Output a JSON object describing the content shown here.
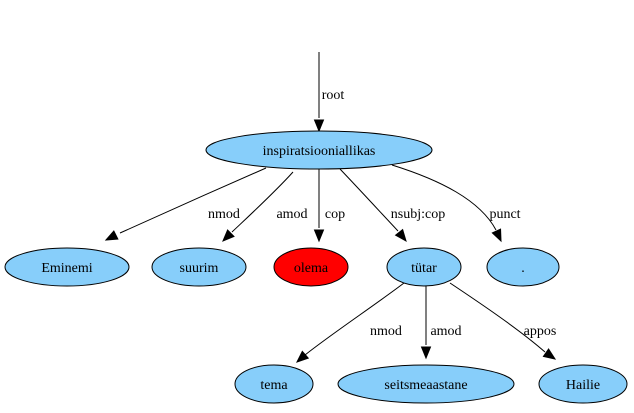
{
  "graph": {
    "colors": {
      "node_fill": "#87cefa",
      "highlight_fill": "#ff0000",
      "stroke": "#000000",
      "background": "#ffffff"
    },
    "nodes": [
      {
        "id": "n0",
        "label": "inspiratsiooniallikas",
        "highlight": false
      },
      {
        "id": "n1",
        "label": "Eminemi",
        "highlight": false
      },
      {
        "id": "n2",
        "label": "suurim",
        "highlight": false
      },
      {
        "id": "n3",
        "label": "olema",
        "highlight": true
      },
      {
        "id": "n4",
        "label": "tütar",
        "highlight": false
      },
      {
        "id": "n5",
        "label": ".",
        "highlight": false
      },
      {
        "id": "n6",
        "label": "tema",
        "highlight": false
      },
      {
        "id": "n7",
        "label": "seitsmeaastane",
        "highlight": false
      },
      {
        "id": "n8",
        "label": "Hailie",
        "highlight": false
      }
    ],
    "edges": [
      {
        "id": "e0",
        "from": null,
        "to": "n0",
        "label": "root"
      },
      {
        "id": "e1",
        "from": "n0",
        "to": "n1",
        "label": "nmod"
      },
      {
        "id": "e2",
        "from": "n0",
        "to": "n2",
        "label": "amod"
      },
      {
        "id": "e3",
        "from": "n0",
        "to": "n3",
        "label": "cop"
      },
      {
        "id": "e4",
        "from": "n0",
        "to": "n4",
        "label": "nsubj:cop"
      },
      {
        "id": "e5",
        "from": "n0",
        "to": "n5",
        "label": "punct"
      },
      {
        "id": "e6",
        "from": "n4",
        "to": "n6",
        "label": "nmod"
      },
      {
        "id": "e7",
        "from": "n4",
        "to": "n7",
        "label": "amod"
      },
      {
        "id": "e8",
        "from": "n4",
        "to": "n8",
        "label": "appos"
      }
    ]
  }
}
